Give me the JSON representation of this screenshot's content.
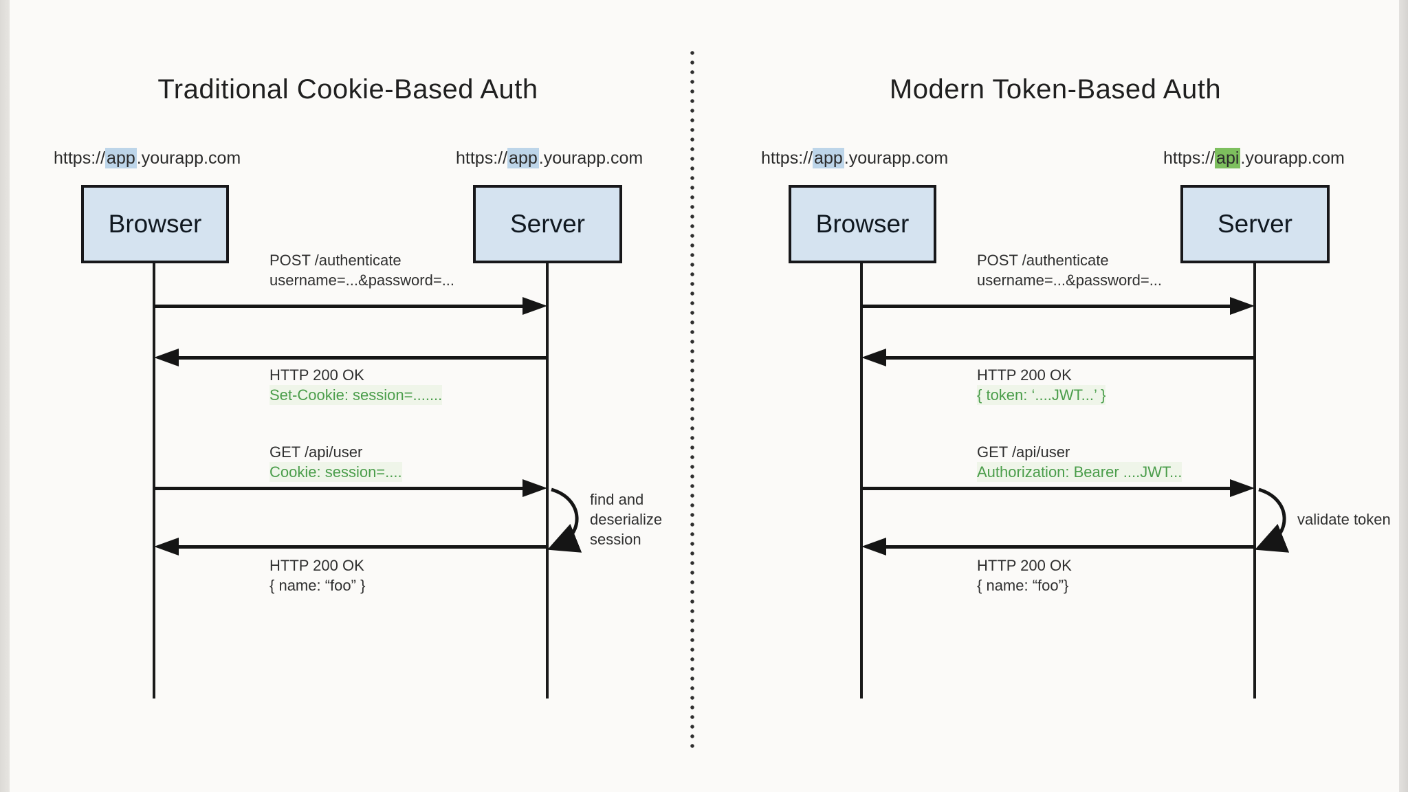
{
  "panels": [
    {
      "title": "Traditional Cookie-Based Auth",
      "browser_url": {
        "prefix": "https://",
        "highlight": "app",
        "suffix": ".yourapp.com"
      },
      "server_url": {
        "prefix": "https://",
        "highlight": "app",
        "suffix": ".yourapp.com"
      },
      "browser_label": "Browser",
      "server_label": "Server",
      "messages": [
        {
          "text1": "POST /authenticate",
          "text2": "username=...&password=..."
        },
        {
          "text1": "HTTP 200 OK",
          "text2": "Set-Cookie: session=......."
        },
        {
          "text1": "GET /api/user",
          "text2": "Cookie: session=...."
        },
        {
          "text1": "HTTP 200 OK",
          "text2": "{ name: “foo” }"
        }
      ],
      "note_lines": [
        "find and",
        "deserialize",
        "session"
      ]
    },
    {
      "title": "Modern Token-Based Auth",
      "browser_url": {
        "prefix": "https://",
        "highlight": "app",
        "suffix": ".yourapp.com"
      },
      "server_url": {
        "prefix": "https://",
        "highlight": "api",
        "suffix": ".yourapp.com"
      },
      "browser_label": "Browser",
      "server_label": "Server",
      "messages": [
        {
          "text1": "POST /authenticate",
          "text2": "username=...&password=..."
        },
        {
          "text1": "HTTP 200 OK",
          "text2": "{ token: ‘....JWT...’ }"
        },
        {
          "text1": "GET /api/user",
          "text2": "Authorization: Bearer ....JWT..."
        },
        {
          "text1": "HTTP 200 OK",
          "text2": "{ name: “foo”}"
        }
      ],
      "note_lines": [
        "validate token"
      ]
    }
  ],
  "colors": {
    "actor_fill": "#d5e3f0",
    "green_text": "#4a9d4a",
    "highlight_blue": "#bdd5e9",
    "highlight_green": "#7dbf5e",
    "ink": "#1a1a1a"
  }
}
